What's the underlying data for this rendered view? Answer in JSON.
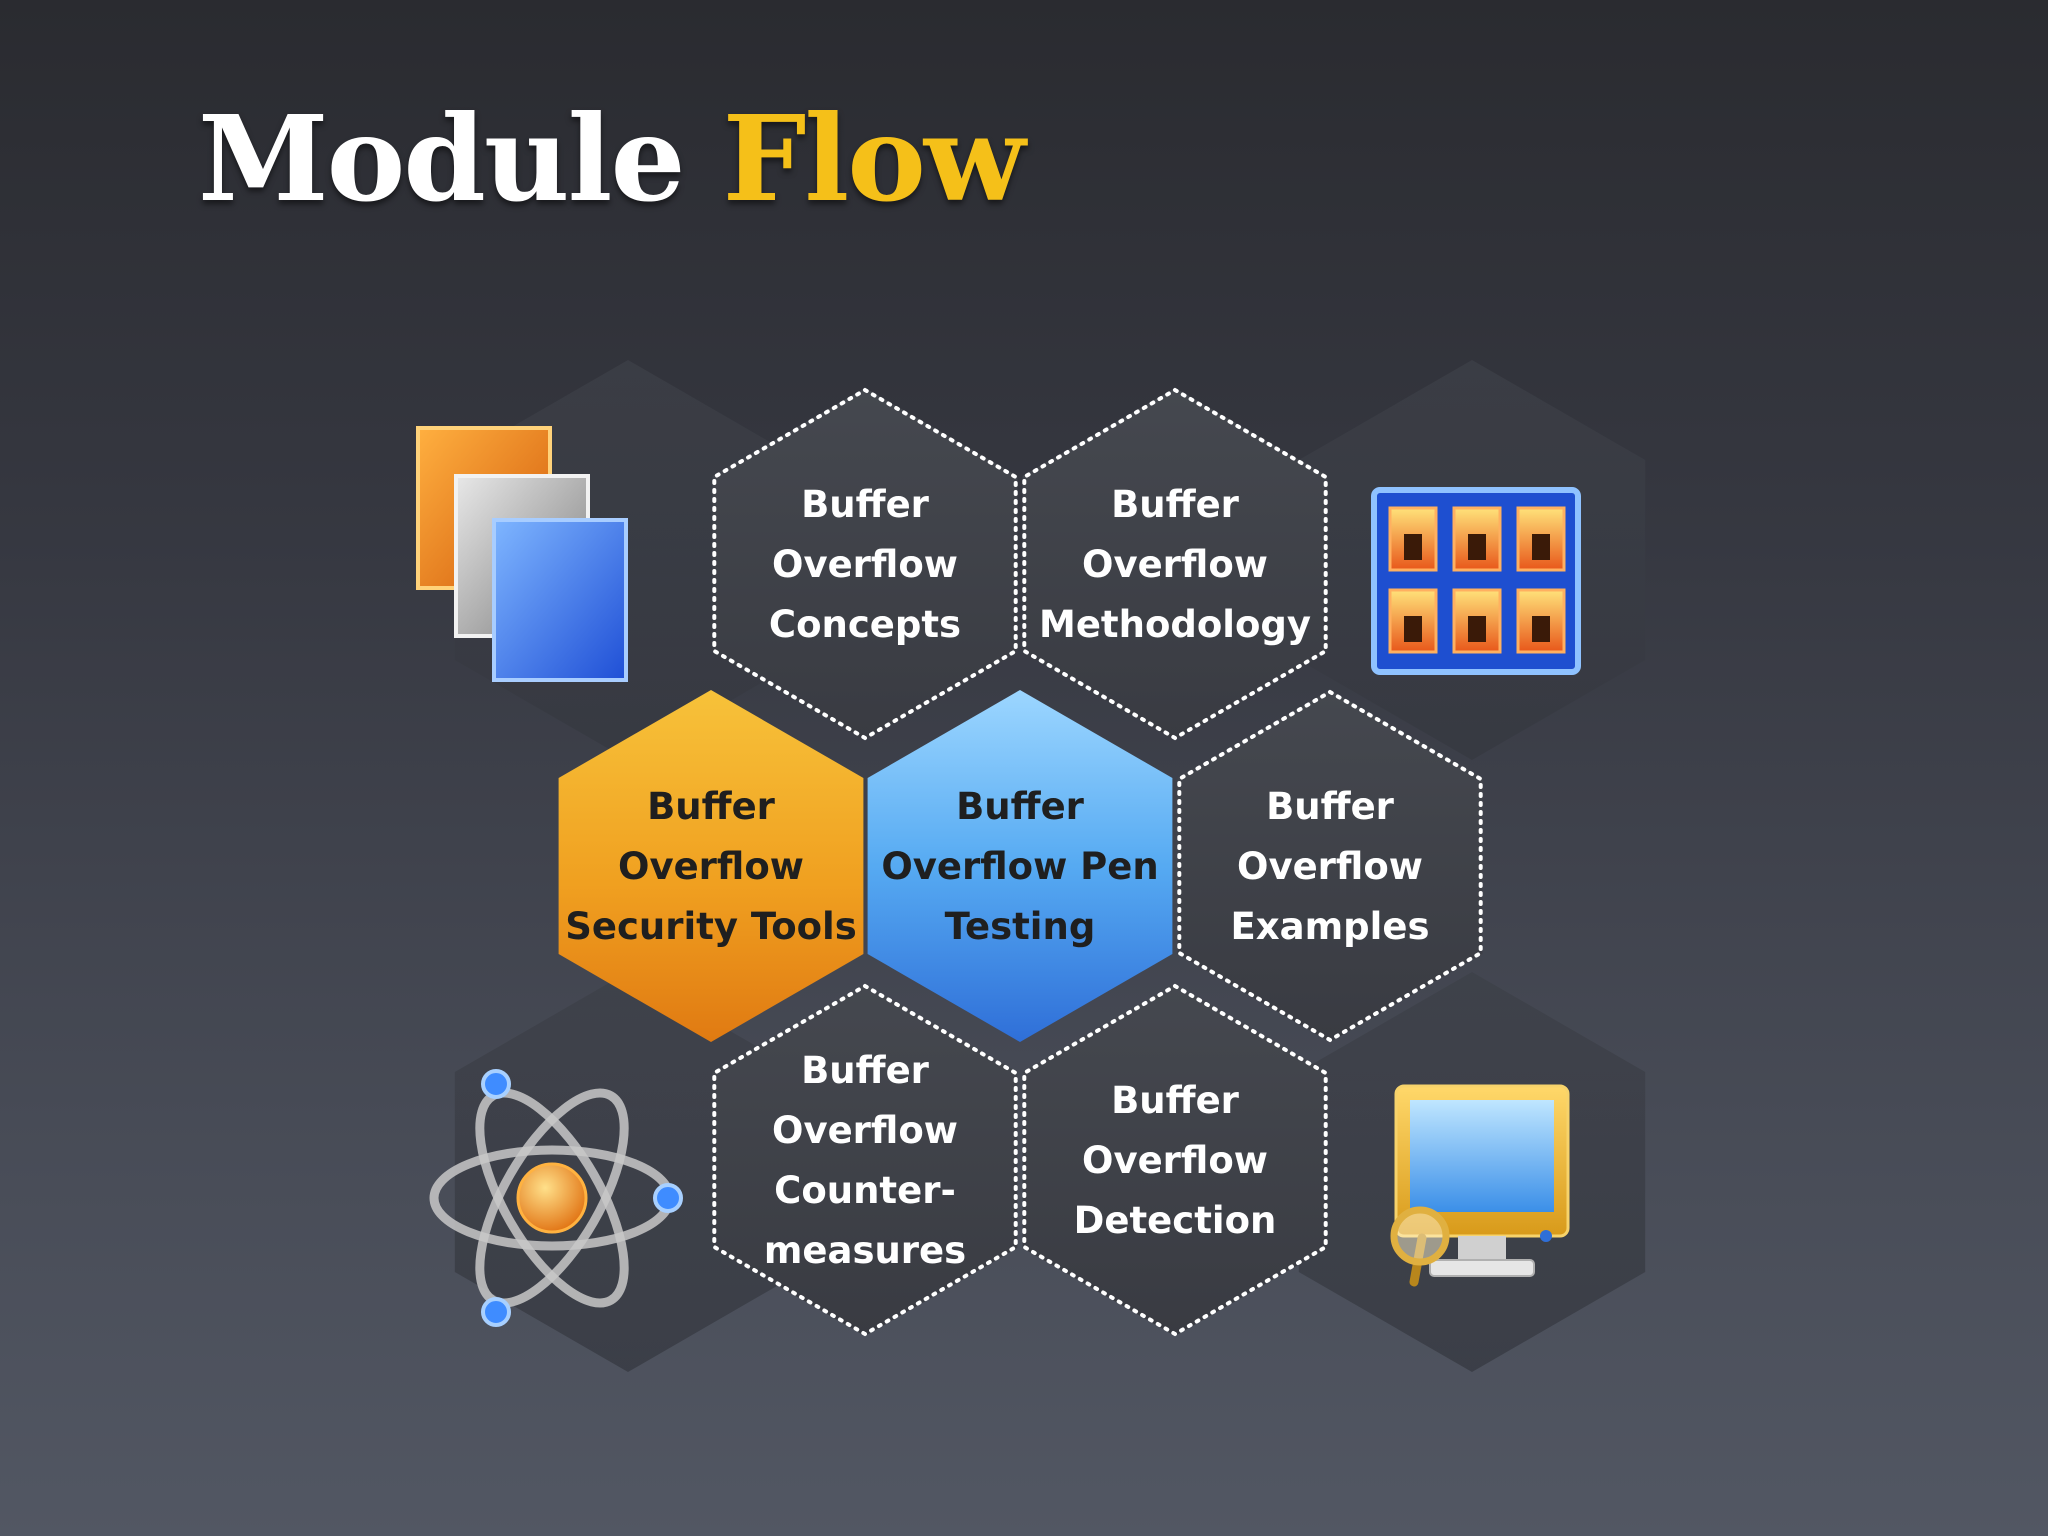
{
  "title": {
    "word1": "Module",
    "word2": "Flow"
  },
  "colors": {
    "title_white": "#ffffff",
    "title_accent": "#f5c019",
    "hex_dark": "#3a3d44",
    "hex_orange": "#f0a020",
    "hex_blue": "#4aa0f0",
    "dotted_border": "#ffffff"
  },
  "modules": [
    {
      "id": "concepts",
      "lines": [
        "Buffer",
        "Overflow",
        "Concepts"
      ],
      "style": "dark"
    },
    {
      "id": "methodology",
      "lines": [
        "Buffer",
        "Overflow",
        "Methodology"
      ],
      "style": "dark"
    },
    {
      "id": "security-tools",
      "lines": [
        "Buffer",
        "Overflow",
        "Security Tools"
      ],
      "style": "orange"
    },
    {
      "id": "pen-testing",
      "lines": [
        "Buffer",
        "Overflow Pen",
        "Testing"
      ],
      "style": "blue"
    },
    {
      "id": "examples",
      "lines": [
        "Buffer",
        "Overflow",
        "Examples"
      ],
      "style": "dark"
    },
    {
      "id": "countermeasures",
      "lines": [
        "Buffer",
        "Overflow",
        "Counter-",
        "measures"
      ],
      "style": "dark"
    },
    {
      "id": "detection",
      "lines": [
        "Buffer",
        "Overflow",
        "Detection"
      ],
      "style": "dark"
    }
  ],
  "icons": [
    {
      "id": "documents-icon"
    },
    {
      "id": "grid-window-icon"
    },
    {
      "id": "atom-icon"
    },
    {
      "id": "computer-magnifier-icon"
    }
  ]
}
